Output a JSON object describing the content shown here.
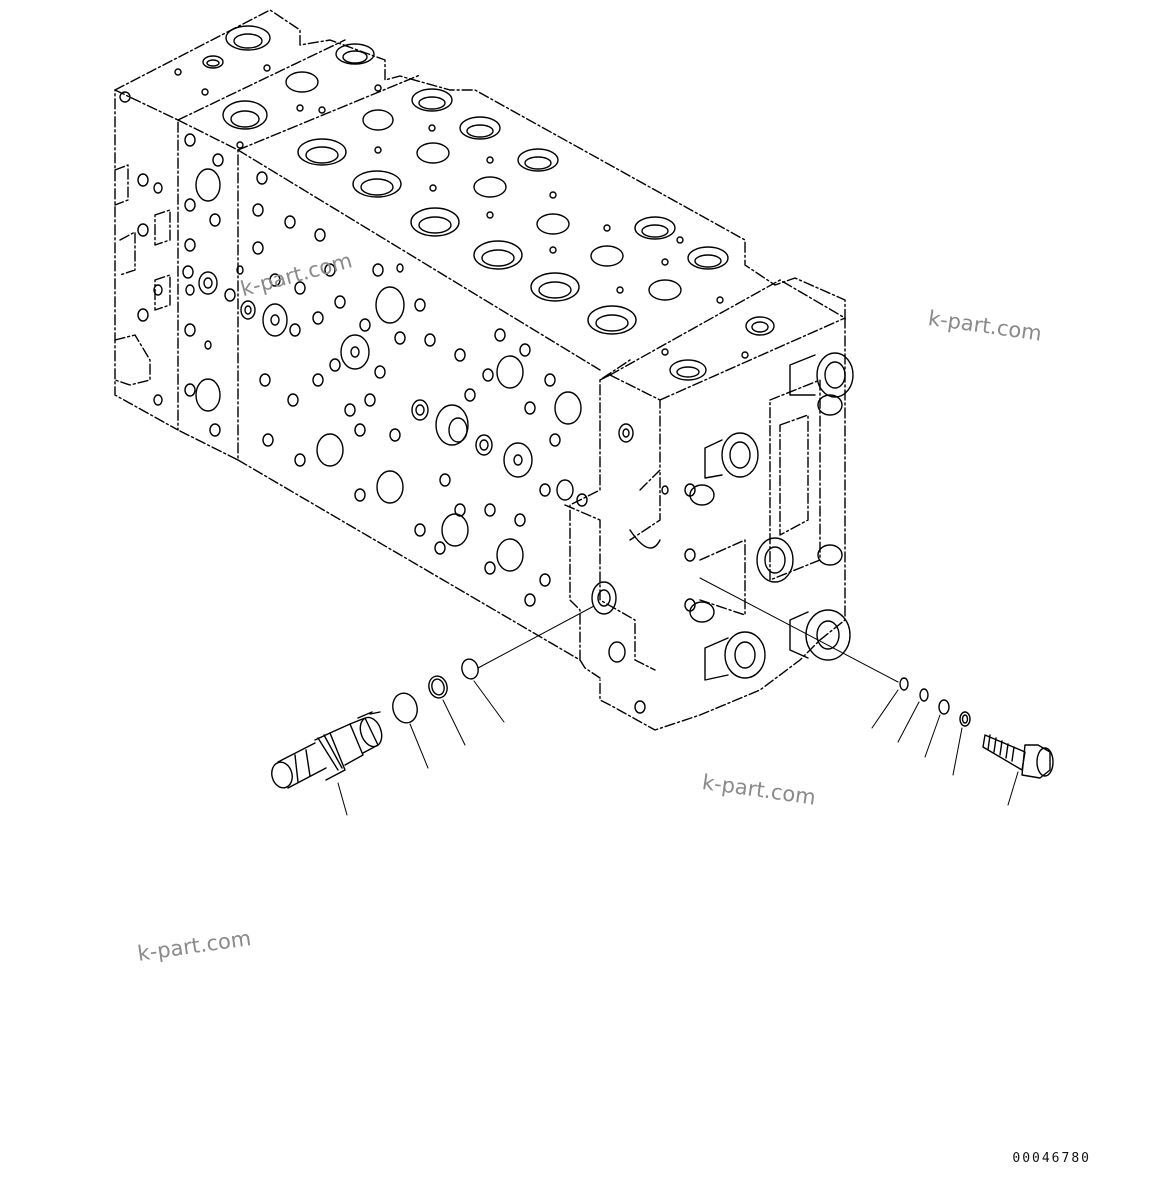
{
  "watermarks": [
    "k-part.com",
    "k-part.com",
    "k-part.com",
    "k-part.com"
  ],
  "drawing_number": "00046780",
  "colors": {
    "line": "#000000",
    "watermark": "#8a8a8a",
    "background": "#ffffff"
  }
}
